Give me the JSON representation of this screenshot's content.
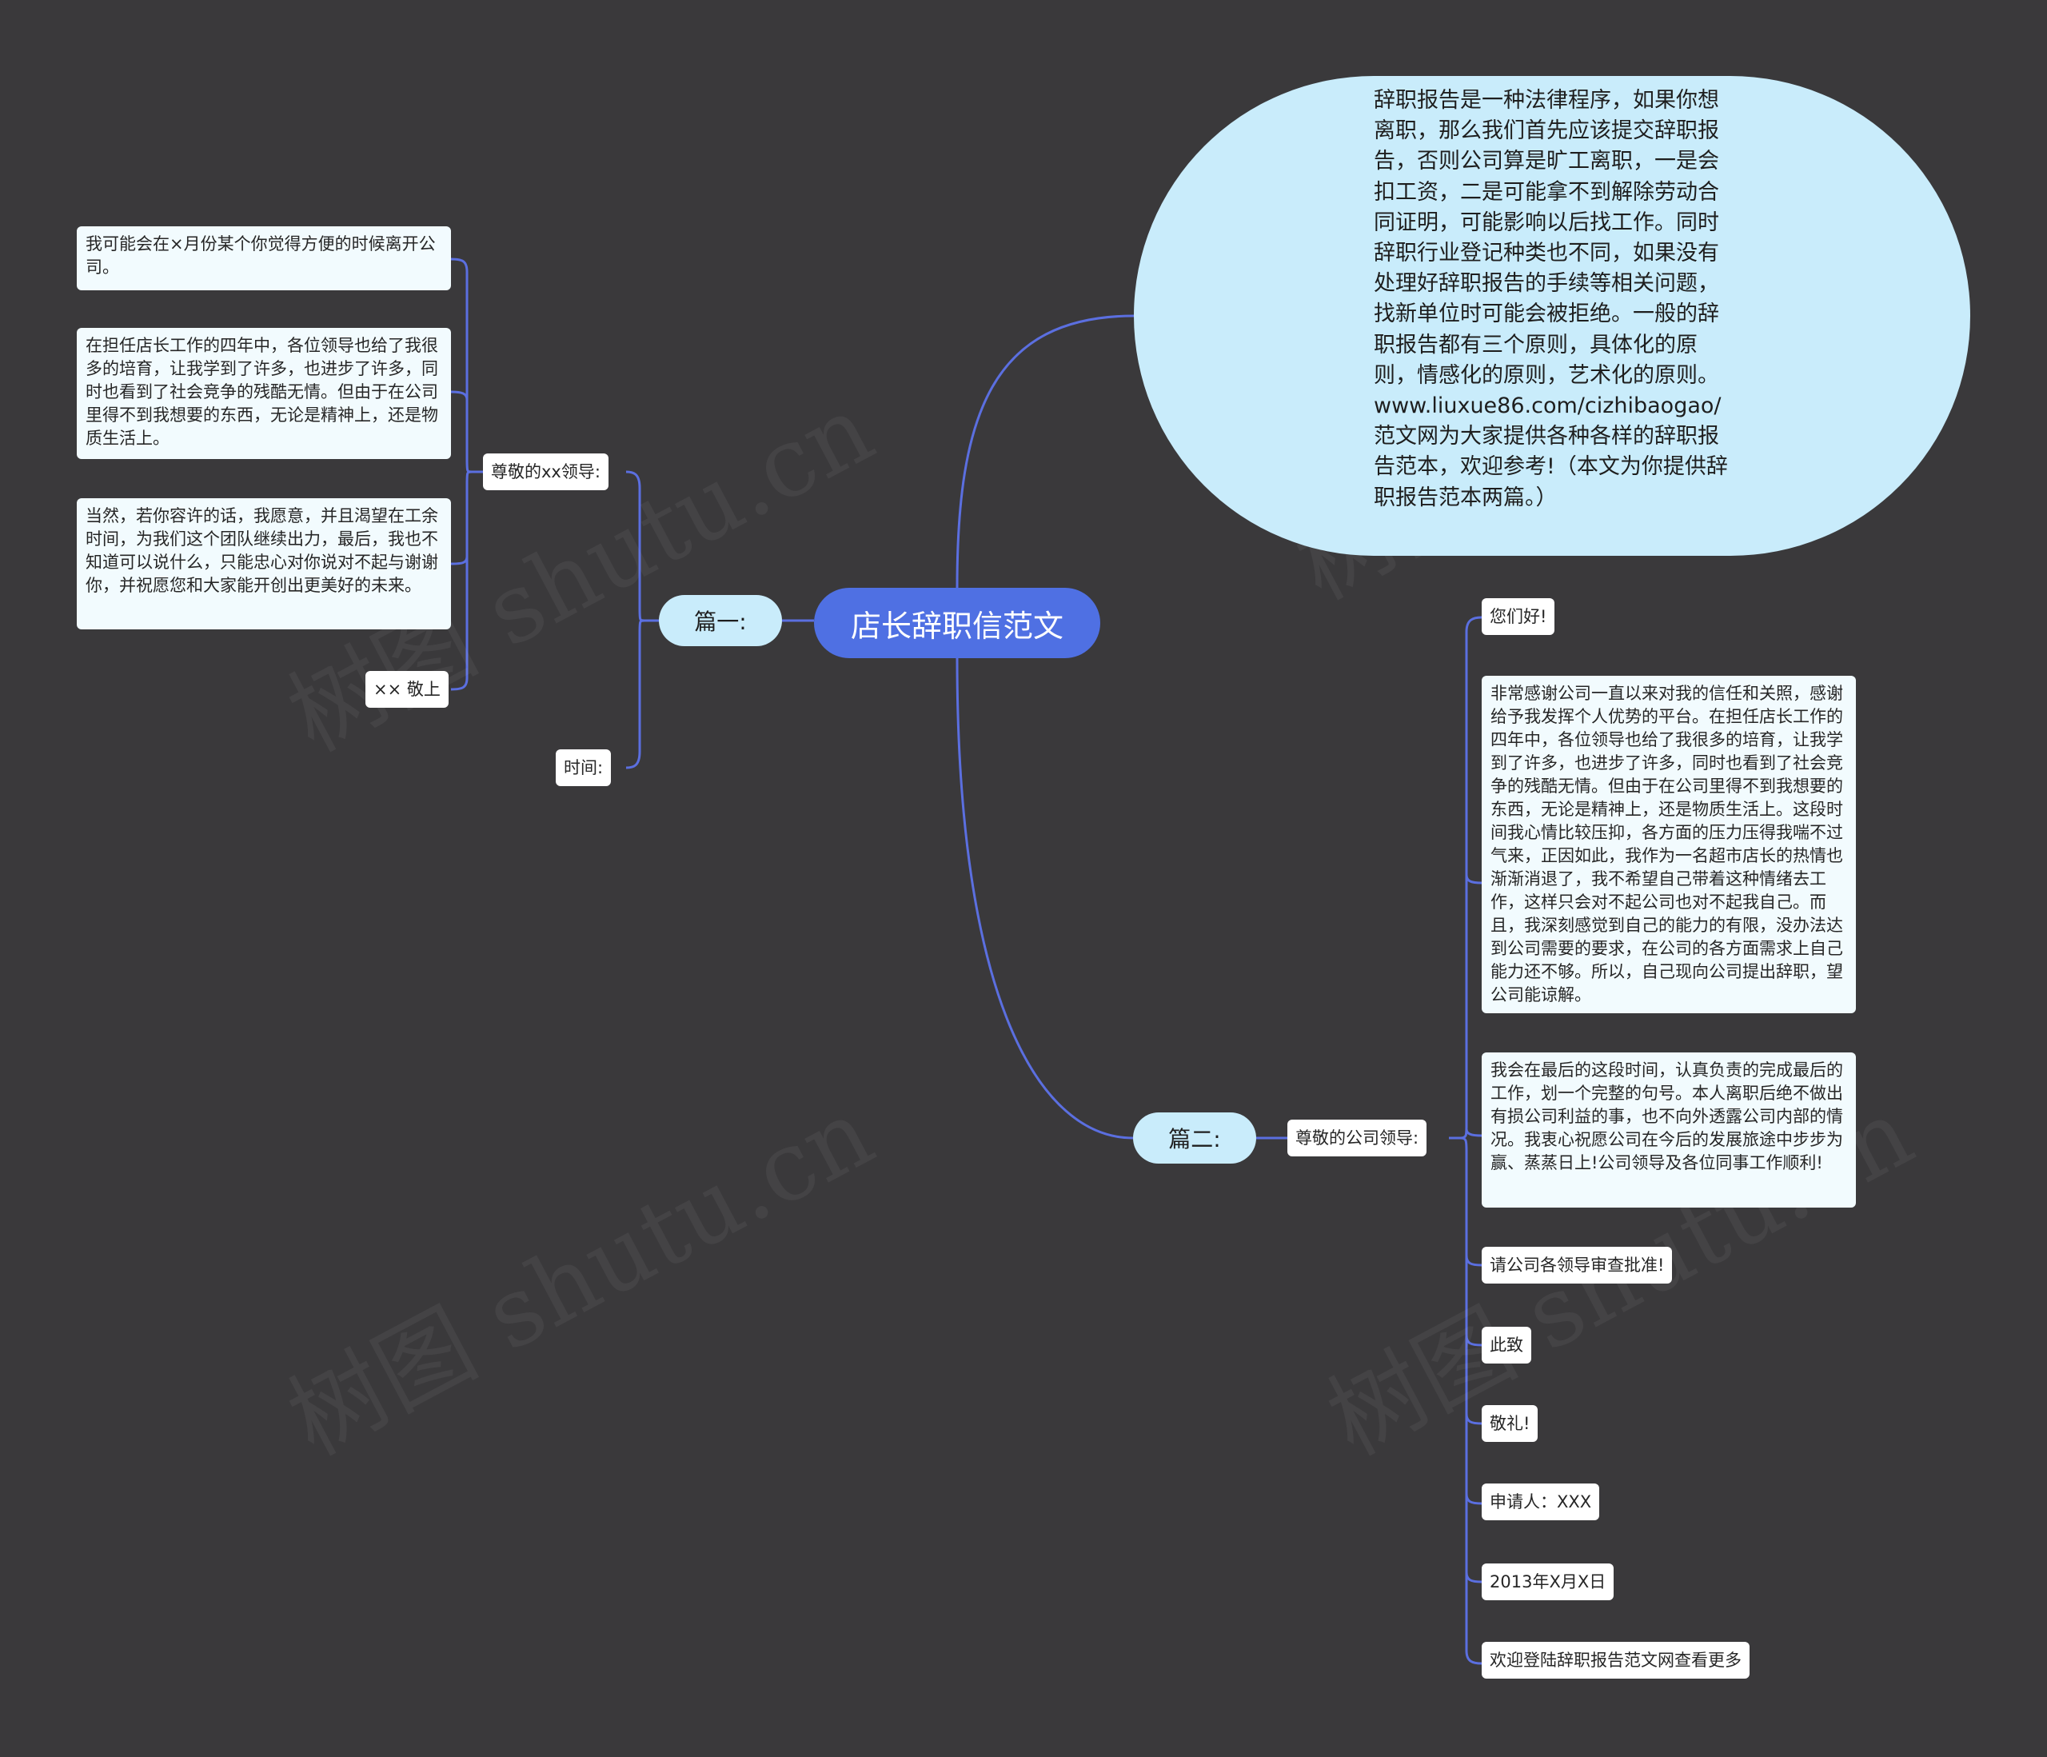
{
  "root": {
    "title": "店长辞职信范文"
  },
  "intro": {
    "text": "辞职报告是一种法律程序，如果你想离职，那么我们首先应该提交辞职报告，否则公司算是旷工离职，一是会扣工资，二是可能拿不到解除劳动合同证明，可能影响以后找工作。同时辞职行业登记种类也不同，如果没有处理好辞职报告的手续等相关问题，找新单位时可能会被拒绝。一般的辞职报告都有三个原则，具体化的原则，情感化的原则，艺术化的原则。www.liuxue86.com/cizhibaogao/ 范文网为大家提供各种各样的辞职报告范本，欢迎参考!（本文为你提供辞职报告范本两篇。）"
  },
  "part1": {
    "label": "篇一:",
    "salutation": "尊敬的xx领导:",
    "time_label": "时间:",
    "items": [
      "我可能会在×月份某个你觉得方便的时候离开公司。",
      "在担任店长工作的四年中，各位领导也给了我很多的培育，让我学到了许多，也进步了许多，同时也看到了社会竞争的残酷无情。但由于在公司里得不到我想要的东西，无论是精神上，还是物质生活上。",
      "当然，若你容许的话，我愿意，并且渴望在工余时间，为我们这个团队继续出力，最后，我也不知道可以说什么，只能忠心对你说对不起与谢谢你，并祝愿您和大家能开创出更美好的未来。",
      "×× 敬上"
    ]
  },
  "part2": {
    "label": "篇二:",
    "salutation": "尊敬的公司领导:",
    "items": [
      "您们好!",
      "非常感谢公司一直以来对我的信任和关照，感谢给予我发挥个人优势的平台。在担任店长工作的四年中，各位领导也给了我很多的培育，让我学到了许多，也进步了许多，同时也看到了社会竞争的残酷无情。但由于在公司里得不到我想要的东西，无论是精神上，还是物质生活上。这段时间我心情比较压抑，各方面的压力压得我喘不过气来，正因如此，我作为一名超市店长的热情也渐渐消退了，我不希望自己带着这种情绪去工作，这样只会对不起公司也对不起我自己。而且，我深刻感觉到自己的能力的有限，没办法达到公司需要的要求，在公司的各方面需求上自己能力还不够。所以，自己现向公司提出辞职，望公司能谅解。",
      "我会在最后的这段时间，认真负责的完成最后的工作，划一个完整的句号。本人离职后绝不做出有损公司利益的事，也不向外透露公司内部的情况。我衷心祝愿公司在今后的发展旅途中步步为赢、蒸蒸日上!公司领导及各位同事工作顺利!",
      "请公司各领导审查批准!",
      "此致",
      "敬礼!",
      "申请人：XXX",
      "2013年X月X日",
      "欢迎登陆辞职报告范文网查看更多"
    ]
  },
  "colors": {
    "background": "#3a393b",
    "root": "#4f70e3",
    "branch": "#c9ecfb",
    "leaf": "#f2fbfe",
    "link": "#5b6fe0"
  }
}
